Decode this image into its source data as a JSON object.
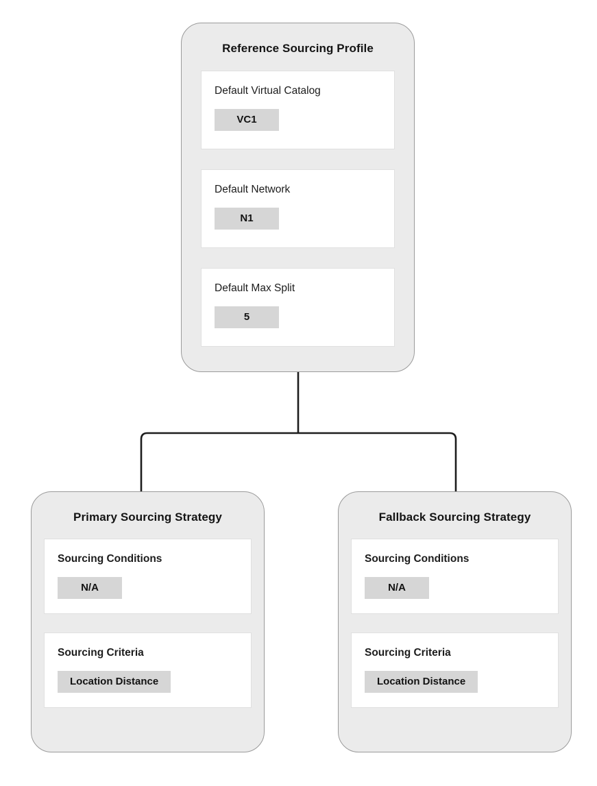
{
  "diagram": {
    "type": "tree",
    "orientation": "top-down",
    "colors": {
      "card_background": "#ebebeb",
      "card_border": "#9a9a9a",
      "panel_background": "#ffffff",
      "panel_border": "#e0e0e0",
      "chip_background": "#d6d6d6",
      "text": "#121212",
      "connector": "#1d1d1d",
      "page_background": "#ffffff"
    },
    "root": {
      "title": "Reference Sourcing Profile",
      "fields": [
        {
          "label": "Default Virtual Catalog",
          "value": "VC1",
          "bold_label": false
        },
        {
          "label": "Default Network",
          "value": "N1",
          "bold_label": false
        },
        {
          "label": "Default Max Split",
          "value": "5",
          "bold_label": false
        }
      ]
    },
    "children": [
      {
        "title": "Primary Sourcing Strategy",
        "fields": [
          {
            "label": "Sourcing Conditions",
            "value": "N/A",
            "bold_label": true
          },
          {
            "label": "Sourcing Criteria",
            "value": "Location Distance",
            "bold_label": true
          }
        ]
      },
      {
        "title": "Fallback Sourcing Strategy",
        "fields": [
          {
            "label": "Sourcing Conditions",
            "value": "N/A",
            "bold_label": true
          },
          {
            "label": "Sourcing Criteria",
            "value": "Location Distance",
            "bold_label": true
          }
        ]
      }
    ]
  }
}
